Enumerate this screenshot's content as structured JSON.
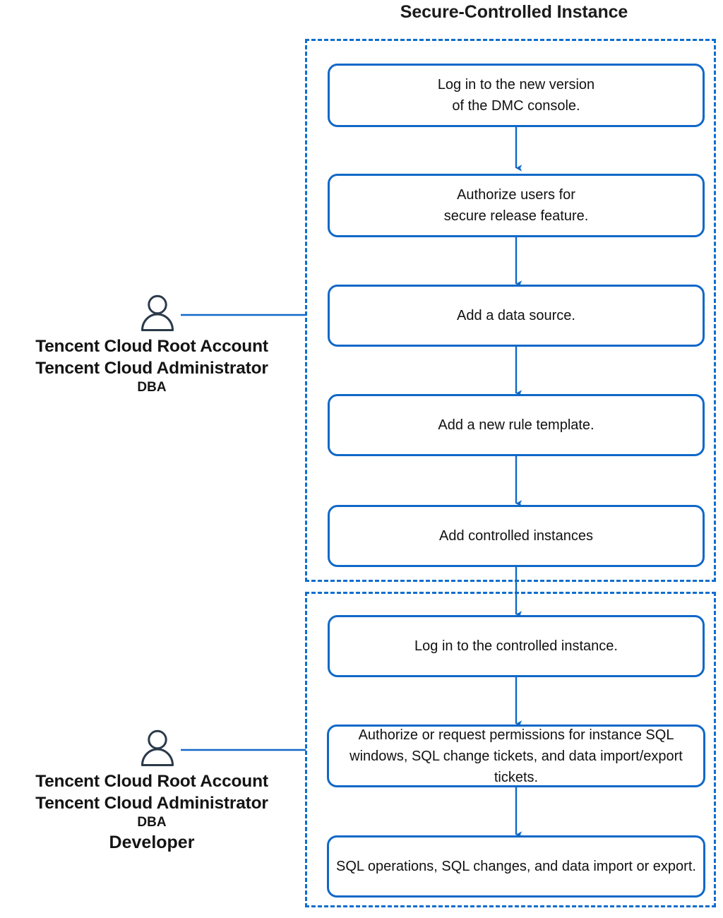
{
  "title": "Secure-Controlled Instance",
  "colors": {
    "box_border": "#1068c8",
    "group_border": "#0f6ecd",
    "arrow": "#1068c8",
    "icon": "#2b3a4a",
    "text": "#111111",
    "title_text": "#1b1b1b"
  },
  "groups": [
    {
      "name": "upper-phase-group"
    },
    {
      "name": "lower-phase-group"
    }
  ],
  "nodes": [
    {
      "id": "n1",
      "lines": [
        "Log in to the new version",
        "of the DMC console."
      ],
      "group": "upper"
    },
    {
      "id": "n2",
      "lines": [
        "Authorize users for",
        "secure release feature."
      ],
      "group": "upper"
    },
    {
      "id": "n3",
      "lines": [
        "Add a data source."
      ],
      "group": "upper"
    },
    {
      "id": "n4",
      "lines": [
        "Add a new rule template."
      ],
      "group": "upper"
    },
    {
      "id": "n5",
      "lines": [
        "Add controlled instances"
      ],
      "group": "upper"
    },
    {
      "id": "n6",
      "lines": [
        "Log in to the controlled instance."
      ],
      "group": "lower"
    },
    {
      "id": "n7",
      "lines": [
        "Authorize or request permissions for instance SQL windows, SQL change tickets, and data import/export tickets."
      ],
      "group": "lower"
    },
    {
      "id": "n8",
      "lines": [
        "SQL operations, SQL changes, and data import or export."
      ],
      "group": "lower"
    }
  ],
  "actors": [
    {
      "id": "actor-upper",
      "icon": "person-icon",
      "line1": "Tencent Cloud Root Account",
      "line2": "Tencent Cloud Administrator",
      "line3": "DBA",
      "line4": ""
    },
    {
      "id": "actor-lower",
      "icon": "person-icon",
      "line1": "Tencent Cloud Root Account",
      "line2": "Tencent Cloud Administrator",
      "line3": "DBA",
      "line4": "Developer"
    }
  ],
  "flow": {
    "type": "flowchart",
    "direction": "top-to-bottom",
    "edges": [
      {
        "from": "n1",
        "to": "n2"
      },
      {
        "from": "n2",
        "to": "n3"
      },
      {
        "from": "n3",
        "to": "n4"
      },
      {
        "from": "n4",
        "to": "n5"
      },
      {
        "from": "n5",
        "to": "n6"
      },
      {
        "from": "n6",
        "to": "n7"
      },
      {
        "from": "n7",
        "to": "n8"
      }
    ],
    "actor_links": [
      {
        "actor": "actor-upper",
        "target": "upper-phase-group"
      },
      {
        "actor": "actor-lower",
        "target": "lower-phase-group"
      }
    ]
  }
}
